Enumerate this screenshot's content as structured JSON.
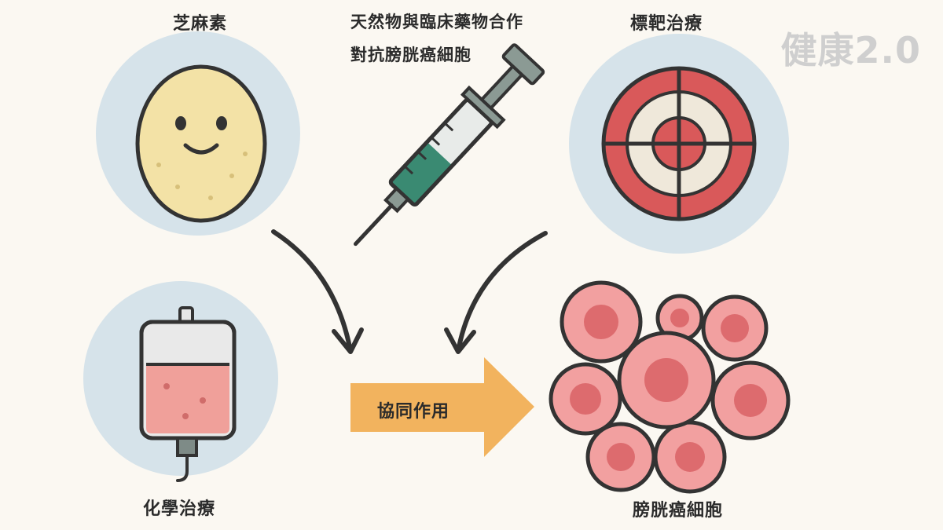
{
  "labels": {
    "sesamin": "芝麻素",
    "headline_line1": "天然物與臨床藥物合作",
    "headline_line2": "對抗膀胱癌細胞",
    "targeted_therapy": "標靶治療",
    "chemotherapy": "化學治療",
    "synergy": "協同作用",
    "bladder_cancer_cells": "膀胱癌細胞"
  },
  "brand": "健康2.0",
  "colors": {
    "circle_bg": "#d6e3ea",
    "egg": "#f3e2a6",
    "target_red": "#d9595a",
    "target_light": "#efe8da",
    "arrow_orange": "#f2b35e",
    "cell": "#f2a0a0",
    "cell_nucleus": "#dd6b6e",
    "iv_liquid": "#f0a09a",
    "syringe_liquid": "#3a8a72"
  }
}
